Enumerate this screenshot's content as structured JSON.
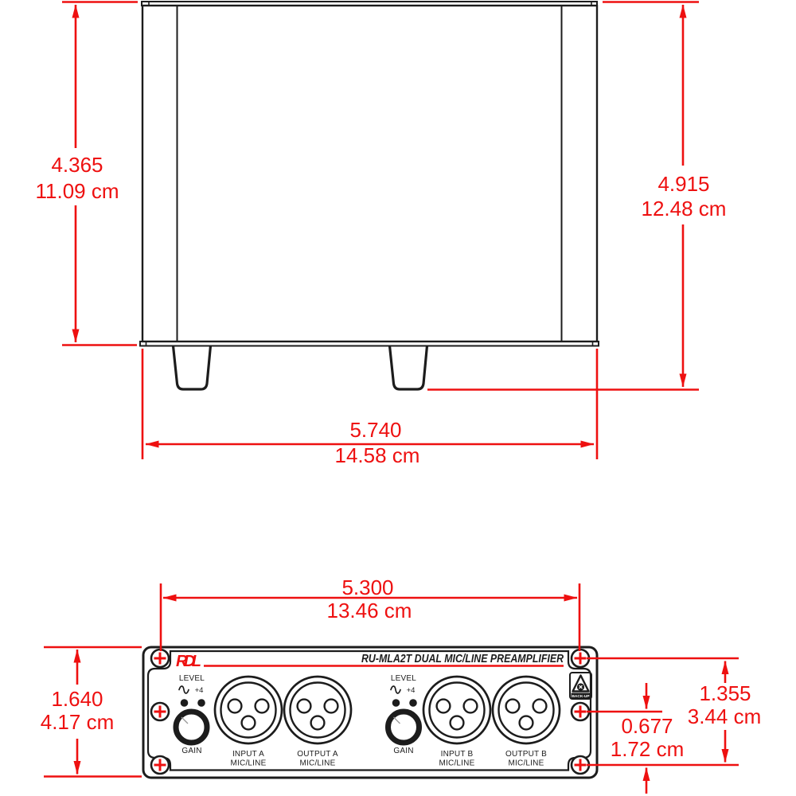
{
  "colors": {
    "dimension_red": "#ee1010",
    "line_black": "#1c1c1c",
    "background": "#ffffff"
  },
  "icons": {
    "screw": "phillips-screw-icon",
    "sine": "sine-wave-icon",
    "backup_badge": "backup-warning-icon",
    "arrowhead": "dimension-arrow-icon"
  },
  "top_view": {
    "dim_depth": {
      "inches": "4.365",
      "cm": "11.09 cm"
    },
    "dim_depth_overall": {
      "inches": "4.915",
      "cm": "12.48 cm"
    },
    "dim_width": {
      "inches": "5.740",
      "cm": "14.58 cm"
    }
  },
  "front_view": {
    "brand": "RDL",
    "title": "RU-MLA2T  DUAL MIC/LINE PREAMPLIFIER",
    "backup_badge": "BACK-UP",
    "channels": [
      {
        "level": "LEVEL",
        "line_level": "+4",
        "gain": "GAIN",
        "input_line1": "INPUT A",
        "input_line2": "MIC/LINE",
        "output_line1": "OUTPUT A",
        "output_line2": "MIC/LINE"
      },
      {
        "level": "LEVEL",
        "line_level": "+4",
        "gain": "GAIN",
        "input_line1": "INPUT B",
        "input_line2": "MIC/LINE",
        "output_line1": "OUTPUT B",
        "output_line2": "MIC/LINE"
      }
    ],
    "dim_mounting_width": {
      "inches": "5.300",
      "cm": "13.46 cm"
    },
    "dim_height": {
      "inches": "1.640",
      "cm": "4.17 cm"
    },
    "dim_screw_span": {
      "inches": "1.355",
      "cm": "3.44 cm"
    },
    "dim_screw_offset": {
      "inches": "0.677",
      "cm": "1.72 cm"
    }
  }
}
